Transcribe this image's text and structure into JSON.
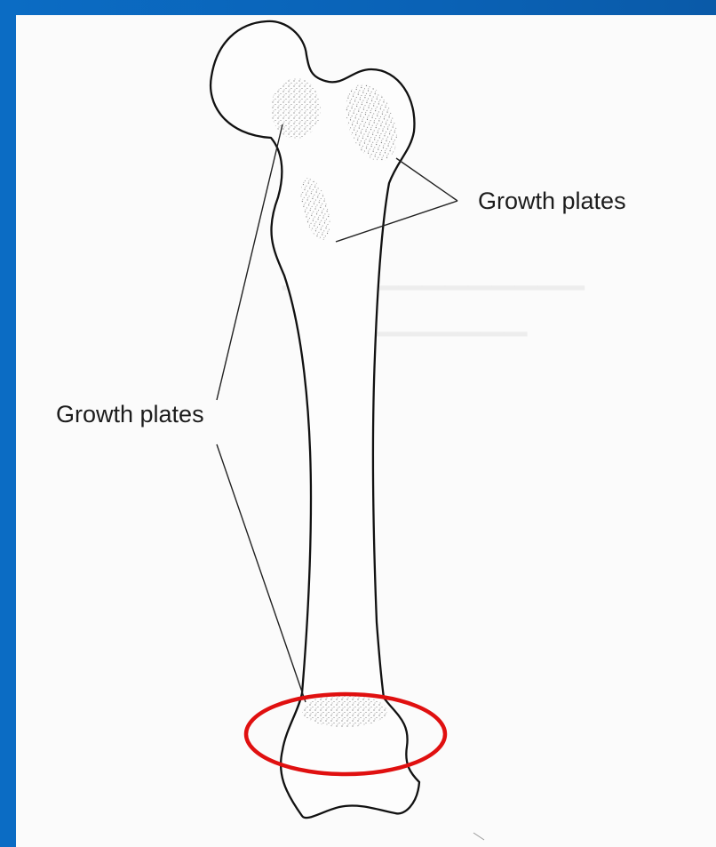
{
  "labels": {
    "growth_plates_upper": "Growth plates",
    "growth_plates_left": "Growth plates"
  },
  "colors": {
    "background": "#0a5fb0",
    "page": "#fbfbfb",
    "outline": "#111111",
    "highlight_ellipse": "#e01010"
  },
  "highlight": {
    "target": "distal growth plate",
    "shape": "ellipse"
  }
}
